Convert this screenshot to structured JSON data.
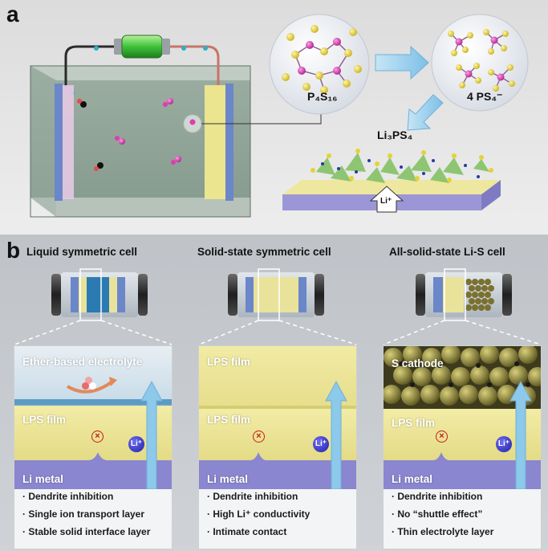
{
  "panel_a": {
    "letter": "a",
    "molecule1": "P₄S₁₆",
    "molecule2": "4 PS₄⁻",
    "product": "Li₃PS₄",
    "li_arrow": "Li⁺"
  },
  "panel_b": {
    "letter": "b",
    "columns": [
      {
        "title": "Liquid symmetric cell",
        "top_label": "Ether-based electrolyte",
        "mid_label": "LPS film",
        "bottom_label": "Li metal",
        "ion": "Li⁺",
        "bullets": [
          "· Dendrite inhibition",
          "· Single ion transport layer",
          "· Stable solid interface layer"
        ]
      },
      {
        "title": "Solid-state symmetric cell",
        "top_label": "LPS film",
        "mid_label": "LPS film",
        "bottom_label": "Li metal",
        "ion": "Li⁺",
        "bullets": [
          "· Dendrite inhibition",
          "· High Li⁺ conductivity",
          "· Intimate contact"
        ]
      },
      {
        "title": "All-solid-state Li-S cell",
        "top_label": "S cathode",
        "mid_label": "LPS film",
        "bottom_label": "Li metal",
        "ion": "Li⁺",
        "bullets": [
          "· Dendrite inhibition",
          "· No “shuttle effect”",
          "· Thin electrolyte layer"
        ]
      }
    ]
  },
  "colors": {
    "lps_yellow": "#e9e29a",
    "li_metal": "#8a86cf",
    "electrolyte_blue": "#bcd8ea",
    "arrow_blue": "#8cc9ea",
    "phosphorus": "#d63fb4",
    "sulfur": "#e5d23a"
  }
}
